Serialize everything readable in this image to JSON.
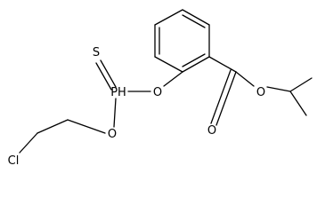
{
  "molecule": {
    "atoms": {
      "thioxo_s": "S",
      "phosphorus": "PH",
      "ester_o_aryl": "O",
      "ester_o_alkyl": "O",
      "carbonyl_o": "O",
      "ester_o_isopropyl": "O",
      "chlorine": "Cl"
    }
  }
}
